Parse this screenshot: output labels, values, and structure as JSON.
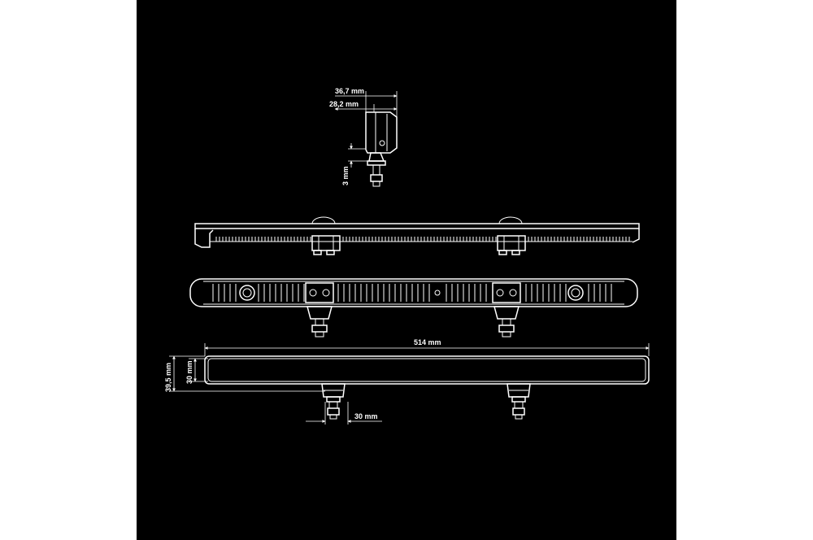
{
  "colors": {
    "background": "#000000",
    "frame": "#ffffff",
    "lines": "#ffffff"
  },
  "side_view": {
    "depth_label": "36,7 mm",
    "body_depth_label": "28,2 mm",
    "bolt_label": "3 mm"
  },
  "front_view": {
    "length_label": "514 mm",
    "height_label": "39,5 mm",
    "lens_height_label": "30 mm",
    "bracket_label": "30 mm"
  }
}
